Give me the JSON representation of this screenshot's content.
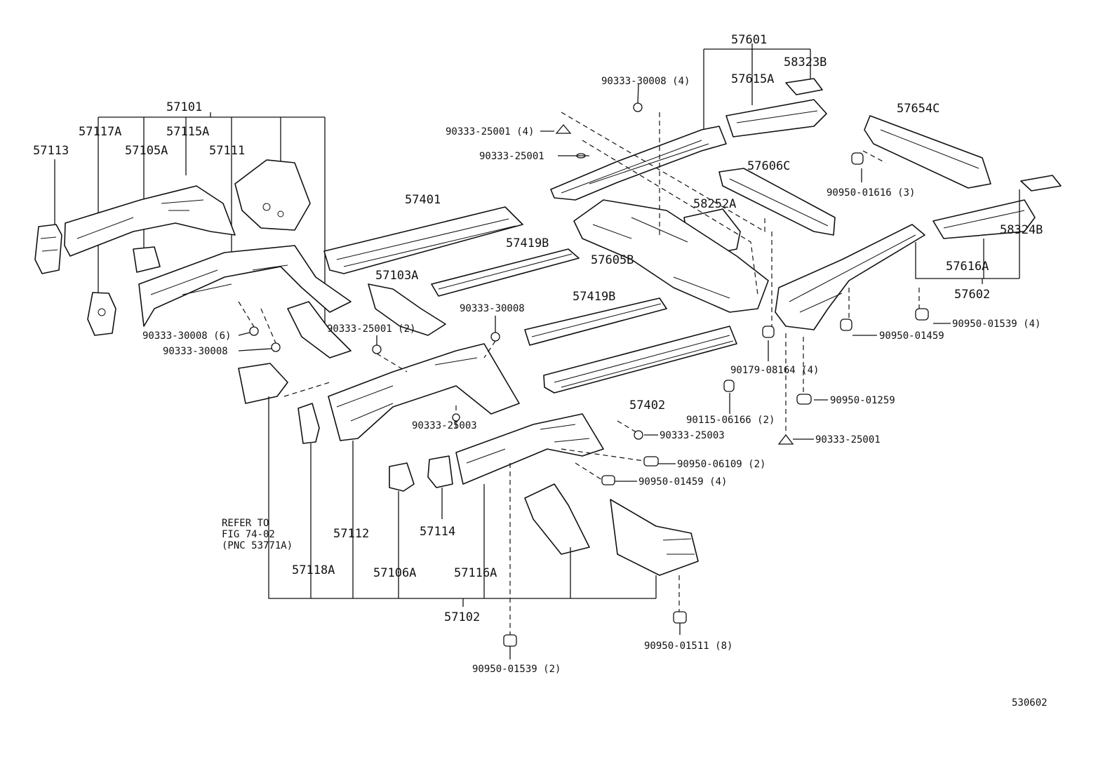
{
  "labels": {
    "p57101": "57101",
    "p57117A": "57117A",
    "p57115A": "57115A",
    "p57113": "57113",
    "p57105A": "57105A",
    "p57111": "57111",
    "p57401": "57401",
    "p57419B_top": "57419B",
    "p57103A": "57103A",
    "p57419B_mid": "57419B",
    "p57402": "57402",
    "p57112": "57112",
    "p57114": "57114",
    "p57118A": "57118A",
    "p57106A": "57106A",
    "p57116A": "57116A",
    "p57102": "57102",
    "p57601": "57601",
    "p58323B": "58323B",
    "p57615A": "57615A",
    "p57654C": "57654C",
    "p57606C": "57606C",
    "p58252A": "58252A",
    "p57605B": "57605B",
    "p58324B": "58324B",
    "p57616A": "57616A",
    "p57602": "57602",
    "f_90333_30008_4": "90333-30008 (4)",
    "f_90333_25001_4": "90333-25001 (4)",
    "f_90333_25001_a": "90333-25001",
    "f_90950_01616_3": "90950-01616 (3)",
    "f_90333_30008_6": "90333-30008 (6)",
    "f_90333_30008_a": "90333-30008",
    "f_90333_25001_2": "90333-25001 (2)",
    "f_90333_30008_b": "90333-30008",
    "f_90333_25003_a": "90333-25003",
    "f_90333_25003_b": "90333-25003",
    "f_90950_01539_4": "90950-01539 (4)",
    "f_90950_01459_a": "90950-01459",
    "f_90179_08164_4": "90179-08164 (4)",
    "f_90950_01259": "90950-01259",
    "f_90115_06166_2": "90115-06166 (2)",
    "f_90333_25001_b": "90333-25001",
    "f_90950_06109_2": "90950-06109 (2)",
    "f_90950_01459_4": "90950-01459 (4)",
    "f_90950_01511_8": "90950-01511 (8)",
    "f_90950_01539_2": "90950-01539 (2)",
    "refer_line1": "REFER TO",
    "refer_line2": "FIG 74-02",
    "refer_line3": "(PNC 53771A)",
    "figure_number": "530602"
  }
}
